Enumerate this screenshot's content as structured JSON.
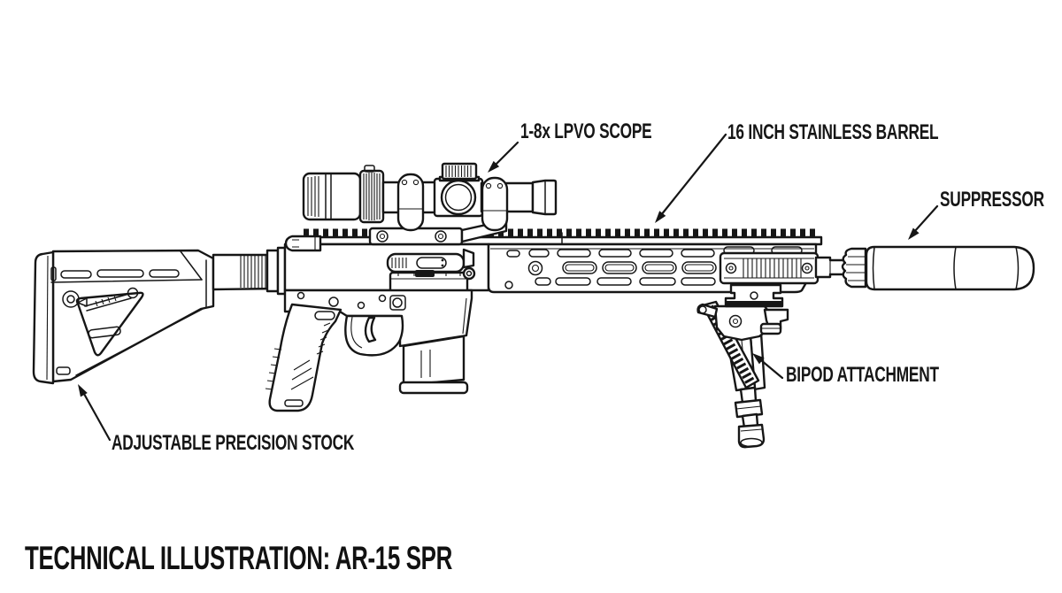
{
  "title": "TECHNICAL ILLUSTRATION: AR-15 SPR",
  "subject": "AR-15 SPR rifle line-art technical illustration",
  "colors": {
    "ink": "#161616",
    "background": "#ffffff"
  },
  "callouts": [
    {
      "part": "scope",
      "text": "1-8x LPVO SCOPE"
    },
    {
      "part": "barrel",
      "text": "16 INCH STAINLESS BARREL"
    },
    {
      "part": "suppressor",
      "text": "SUPPRESSOR"
    },
    {
      "part": "bipod",
      "text": "BIPOD ATTACHMENT"
    },
    {
      "part": "stock",
      "text": "ADJUSTABLE PRECISION STOCK"
    }
  ]
}
